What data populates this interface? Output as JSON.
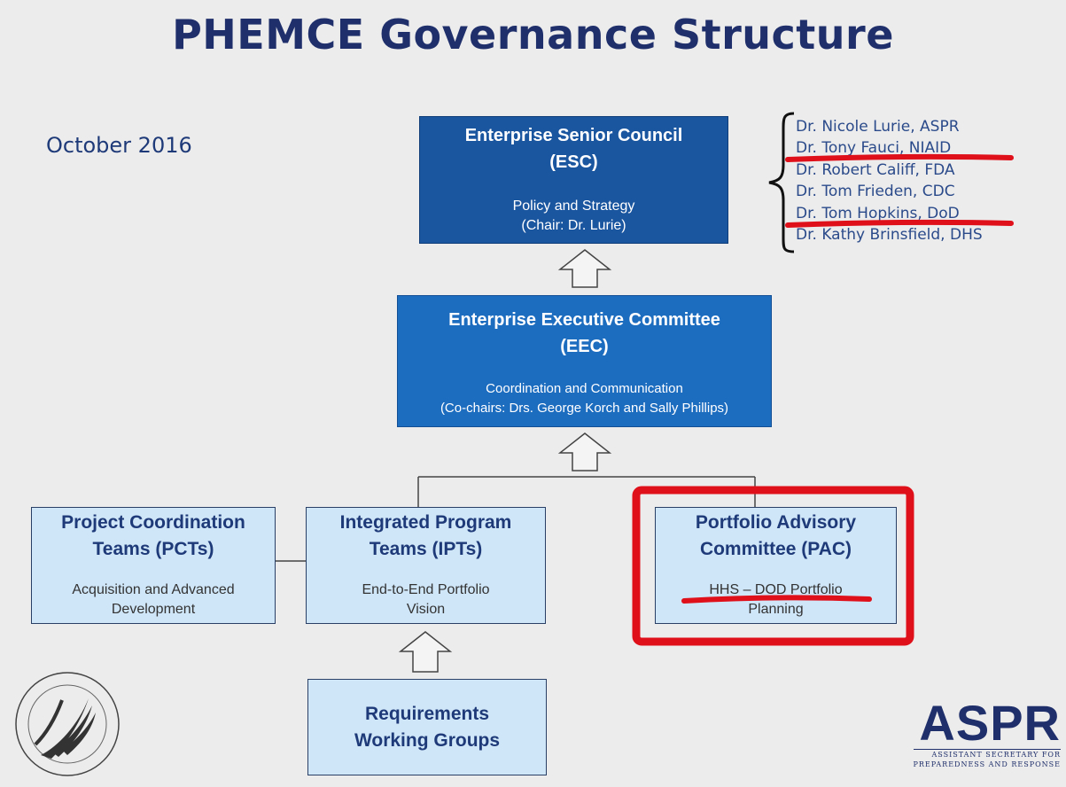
{
  "title": "PHEMCE Governance Structure",
  "date": "October 2016",
  "esc": {
    "title_line1": "Enterprise Senior Council",
    "title_line2": "(ESC)",
    "sub_line1": "Policy and Strategy",
    "sub_line2": "(Chair: Dr. Lurie)"
  },
  "eec": {
    "title_line1": "Enterprise Executive Committee",
    "title_line2": "(EEC)",
    "sub_line1": "Coordination and Communication",
    "sub_line2": "(Co-chairs: Drs. George Korch and Sally Phillips)"
  },
  "pct": {
    "title_line1": "Project Coordination",
    "title_line2": "Teams (PCTs)",
    "sub_line1": "Acquisition and Advanced",
    "sub_line2": "Development"
  },
  "ipt": {
    "title_line1": "Integrated Program",
    "title_line2": "Teams (IPTs)",
    "sub_line1": "End-to-End Portfolio",
    "sub_line2": "Vision"
  },
  "pac": {
    "title_line1": "Portfolio Advisory",
    "title_line2": "Committee (PAC)",
    "sub_line1": "HHS – DOD Portfolio",
    "sub_line2": "Planning"
  },
  "rwg": {
    "title_line1": "Requirements",
    "title_line2": "Working Groups"
  },
  "members": [
    "Dr. Nicole Lurie, ASPR",
    "Dr. Tony Fauci, NIAID",
    "Dr. Robert Califf, FDA",
    "Dr. Tom Frieden, CDC",
    "Dr. Tom Hopkins, DoD",
    "Dr. Kathy Brinsfield, DHS"
  ],
  "logo": {
    "name": "ASPR",
    "tag_line1": "ASSISTANT SECRETARY FOR",
    "tag_line2": "PREPAREDNESS AND RESPONSE",
    "seal": "hhs-seal-icon"
  },
  "colors": {
    "title": "#1f2f6b",
    "dark_box": "#1a55a0",
    "mid_box": "#1c6cc0",
    "light_box": "#cfe6f8",
    "highlight": "#e0101a"
  }
}
